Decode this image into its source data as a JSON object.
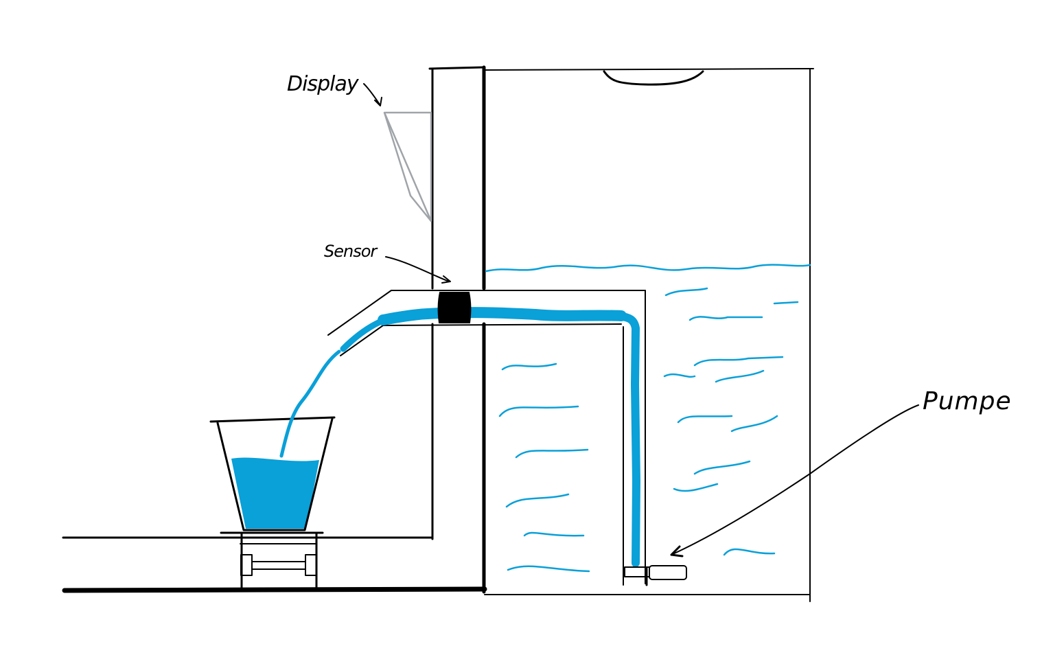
{
  "labels": {
    "display": "Display",
    "sensor": "Sensor",
    "pump": "Pumpe"
  },
  "colors": {
    "water": "#0aa0d8",
    "ink": "#000000",
    "display_panel": "#a0a4a8",
    "background": "#ffffff"
  }
}
